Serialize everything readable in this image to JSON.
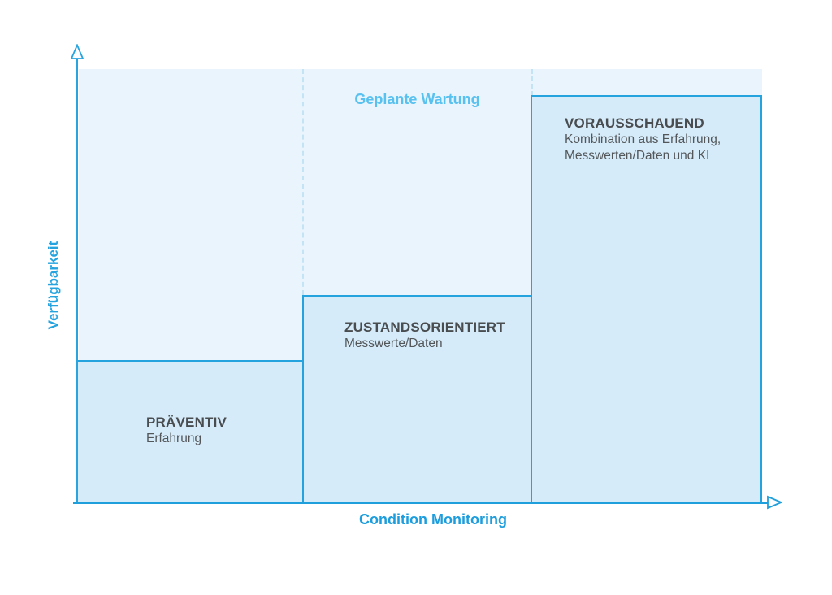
{
  "chart_data": {
    "type": "bar",
    "zone_label": "Geplante Wartung",
    "xlabel": "Condition Monitoring",
    "ylabel": "Verfügbarkeit",
    "axis_ticks": "none",
    "legend": "none",
    "grid": "off",
    "categories": [
      "PRÄVENTIV",
      "ZUSTANDSORIENTIERT",
      "VORAUSSCHAUEND"
    ],
    "values_relative_height": [
      0.33,
      0.48,
      0.94
    ],
    "bars": [
      {
        "title": "PRÄVENTIV",
        "subtitle_lines": [
          "Erfahrung"
        ],
        "height_frac": 0.33
      },
      {
        "title": "ZUSTANDSORIENTIERT",
        "subtitle_lines": [
          "Messwerte/Daten"
        ],
        "height_frac": 0.48
      },
      {
        "title": "VORAUSSCHAUEND",
        "subtitle_lines": [
          "Kombination aus Erfahrung,",
          "Messwerten/Daten und KI"
        ],
        "height_frac": 0.94
      }
    ]
  },
  "colors": {
    "axis_blue": "#1F9FDC",
    "bar_border_blue": "#24A3DF",
    "bar_fill": "#D5EBF9",
    "plot_background": "#E9F4FC",
    "dashed_divider": "#C4E4F6",
    "zone_label_blue": "#58C1EF",
    "axis_label_blue": "#1C9DDD",
    "text_dark_gray": "#4A4D50"
  }
}
